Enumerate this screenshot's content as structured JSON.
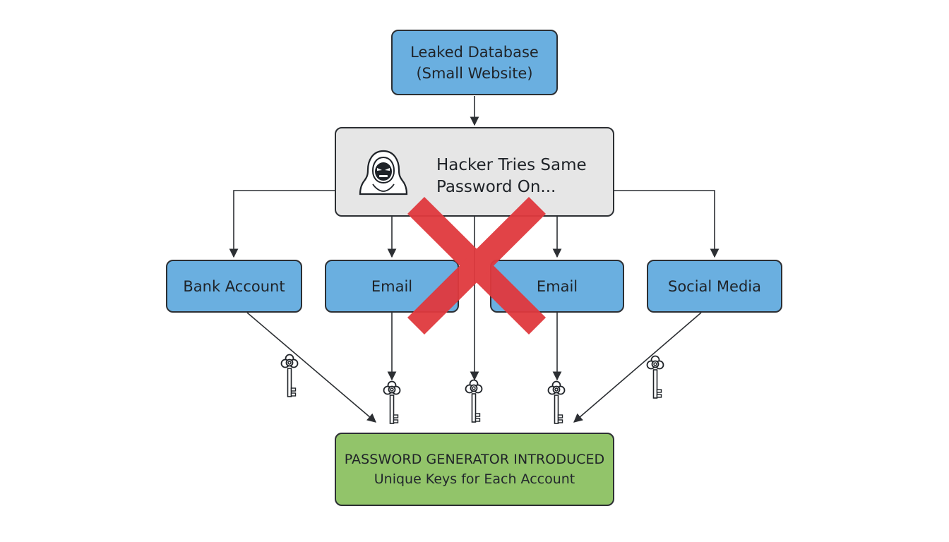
{
  "nodes": {
    "leaked": {
      "line1": "Leaked Database",
      "line2": "(Small Website)"
    },
    "hacker": {
      "line1": "Hacker Tries Same",
      "line2": "Password On..."
    },
    "bank": {
      "label": "Bank Account"
    },
    "email1": {
      "label": "Email"
    },
    "email2": {
      "label": "Email"
    },
    "social": {
      "label": "Social Media"
    },
    "generator": {
      "title": "PASSWORD GENERATOR INTRODUCED",
      "subtitle": "Unique Keys for Each Account"
    }
  },
  "icons": {
    "hacker": "hooded-hacker-icon",
    "key": "key-icon",
    "cross": "red-x-icon"
  },
  "colors": {
    "blue_box": "#6aafe0",
    "gray_box": "#e6e6e6",
    "green_box": "#92c46a",
    "cross": "#e0393e",
    "line": "#2c2f33"
  }
}
